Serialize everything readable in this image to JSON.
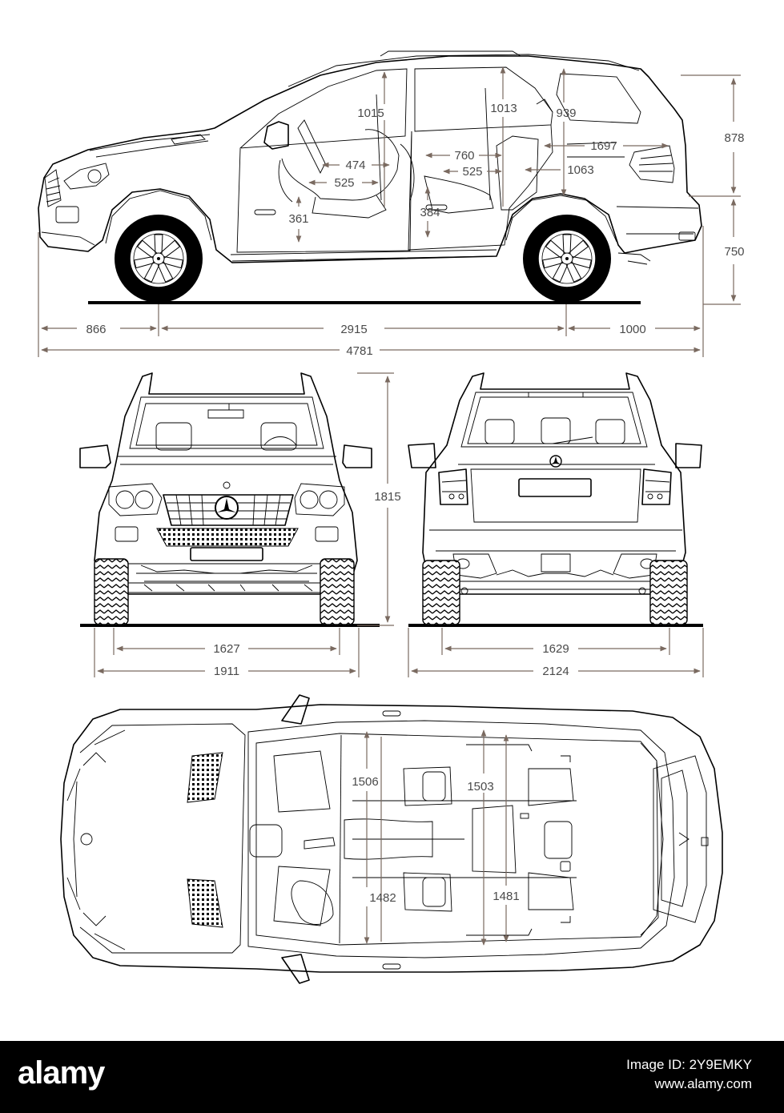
{
  "side_view": {
    "length_total": "4781",
    "front_overhang": "866",
    "wheelbase": "2915",
    "rear_overhang": "1000",
    "upper_height": "878",
    "lower_height": "750",
    "front_headroom": "1015",
    "rear_headroom": "1013",
    "cargo_height": "939",
    "cargo_length": "1697",
    "cargo_floor": "1063",
    "front_seat_depth": "474",
    "front_cushion": "525",
    "rear_legroom": "760",
    "rear_cushion": "525",
    "front_seat_height": "361",
    "rear_seat_height": "384"
  },
  "front_view": {
    "height": "1815",
    "track": "1627",
    "width": "1911"
  },
  "rear_view": {
    "track": "1629",
    "width_mirrors": "2124"
  },
  "top_view": {
    "front_shoulder": "1506",
    "rear_shoulder": "1503",
    "front_hip": "1482",
    "rear_hip": "1481"
  },
  "footer": {
    "brand": "alamy",
    "image_id": "Image ID: 2Y9EMKY",
    "site": "www.alamy.com"
  }
}
